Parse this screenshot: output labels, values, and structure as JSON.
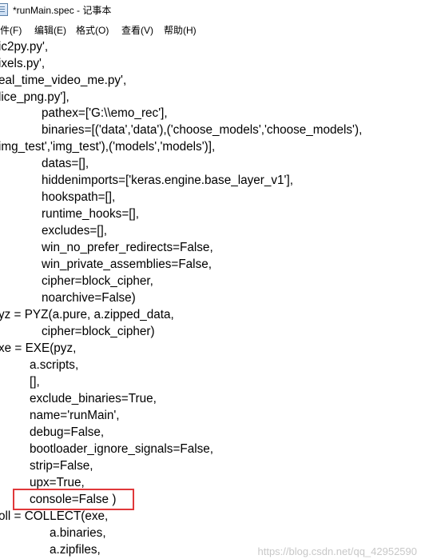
{
  "window": {
    "title": "*runMain.spec - 记事本"
  },
  "menu": {
    "file": "文件(F)",
    "edit": "编辑(E)",
    "format": "格式(O)",
    "view": "查看(V)",
    "help": "帮助(H)"
  },
  "editor": {
    "lines": [
      "ic2py.py',",
      "ixels.py',",
      "eal_time_video_me.py',",
      "lice_png.py'],",
      "pathex=['G:\\\\emo_rec'],",
      "binaries=[('data','data'),('choose_models','choose_models'),",
      "img_test','img_test'),('models','models')],",
      "datas=[],",
      "hiddenimports=['keras.engine.base_layer_v1'],",
      "hookspath=[],",
      "runtime_hooks=[],",
      "excludes=[],",
      "win_no_prefer_redirects=False,",
      "win_private_assemblies=False,",
      "cipher=block_cipher,",
      "noarchive=False)",
      "yz = PYZ(a.pure, a.zipped_data,",
      "cipher=block_cipher)",
      "xe = EXE(pyz,",
      "a.scripts,",
      "[],",
      "exclude_binaries=True,",
      "name='runMain',",
      "debug=False,",
      "bootloader_ignore_signals=False,",
      "strip=False,",
      "upx=True,",
      "console=False )",
      "oll = COLLECT(exe,",
      "a.binaries,",
      "a.zipfiles,"
    ]
  },
  "watermark": "https://blog.csdn.net/qq_42952590",
  "colors": {
    "highlight": "#e0383a",
    "text": "#000000",
    "watermark": "#c8c8c8"
  }
}
